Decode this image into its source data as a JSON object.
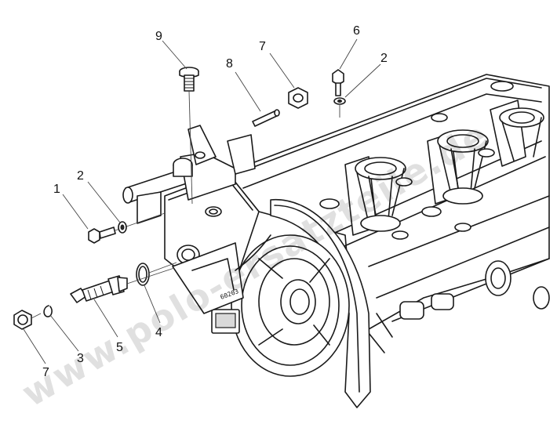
{
  "callouts": [
    {
      "id": "c9",
      "label": "9"
    },
    {
      "id": "c7top",
      "label": "7"
    },
    {
      "id": "c8",
      "label": "8"
    },
    {
      "id": "c6",
      "label": "6"
    },
    {
      "id": "c2top",
      "label": "2"
    },
    {
      "id": "c1",
      "label": "1"
    },
    {
      "id": "c2left",
      "label": "2"
    },
    {
      "id": "c4",
      "label": "4"
    },
    {
      "id": "c5",
      "label": "5"
    },
    {
      "id": "c3",
      "label": "3"
    },
    {
      "id": "c7bottom",
      "label": "7"
    }
  ],
  "part_marking": "60203",
  "watermark": "www.polo-ersatzteile.de"
}
